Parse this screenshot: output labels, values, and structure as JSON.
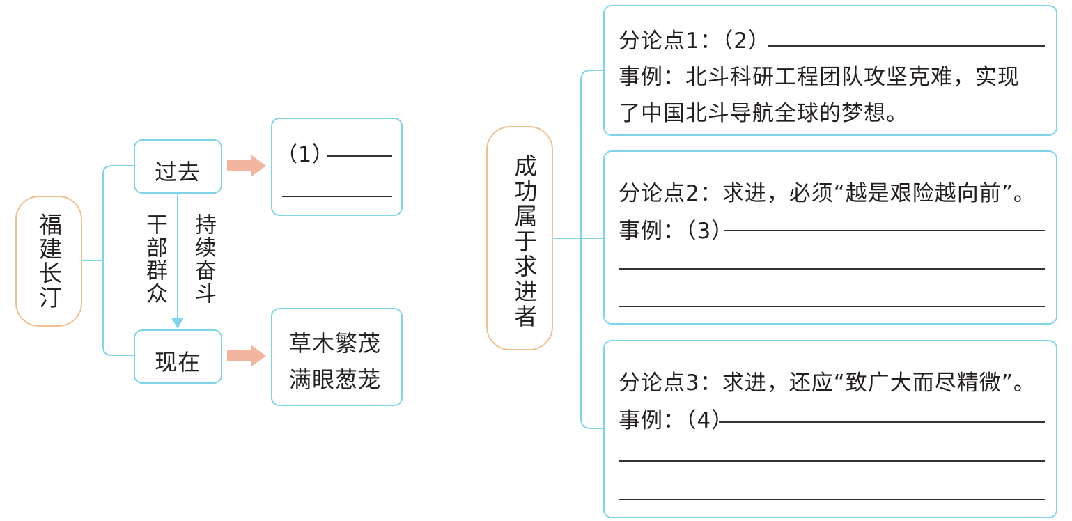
{
  "left": {
    "root": "福建长汀",
    "past": "过去",
    "present": "现在",
    "arrow_left_label": "干部群众",
    "arrow_right_label": "持续奋斗",
    "past_result": "（1）",
    "present_result_line1": "草木繁茂",
    "present_result_line2": "满眼葱茏"
  },
  "right": {
    "root": "成功属于求进者",
    "point1": {
      "label": "分论点1：（2）",
      "example_line1": "事例：北斗科研工程团队攻坚克难，实现",
      "example_line2": "了中国北斗导航全球的梦想。"
    },
    "point2": {
      "label": "分论点2：求进，必须“越是艰险越向前”。",
      "example": "事例：（3）"
    },
    "point3": {
      "label": "分论点3：求进，还应“致广大而尽精微”。",
      "example": "事例：（4）"
    }
  },
  "colors": {
    "box_border": "#7fd4ec",
    "root_border": "#f2c08f",
    "connector": "#7fd4ec",
    "arrow": "#f3b5a0"
  }
}
